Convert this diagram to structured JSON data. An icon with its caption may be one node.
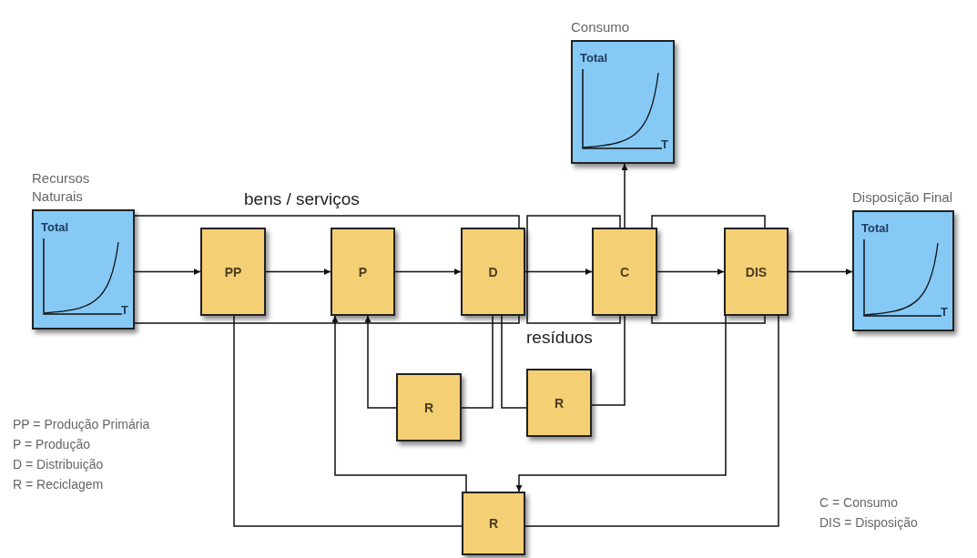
{
  "diagram": {
    "nodes": [
      {
        "text": [
          "Recursos Naturais",
          "Total",
          "T"
        ]
      },
      {
        "text": [
          "PP"
        ]
      },
      {
        "text": [
          "P"
        ]
      },
      {
        "text": [
          "D"
        ]
      },
      {
        "text": [
          "C"
        ]
      },
      {
        "text": [
          "DIS"
        ]
      },
      {
        "text": [
          "Consumo",
          "Total",
          "T"
        ]
      },
      {
        "text": [
          "Disposição Final",
          "Total",
          "T"
        ]
      },
      {
        "text": [
          "R"
        ]
      },
      {
        "text": [
          "R"
        ]
      },
      {
        "text": [
          "R"
        ]
      }
    ],
    "edges": [
      {
        "from": 0,
        "to": 1,
        "arrow": "to"
      },
      {
        "from": 1,
        "to": 2,
        "arrow": "to"
      },
      {
        "from": 2,
        "to": 3,
        "arrow": "to"
      },
      {
        "from": 3,
        "to": 4,
        "arrow": "to"
      },
      {
        "from": 4,
        "to": 5,
        "arrow": "to"
      },
      {
        "from": 5,
        "to": 7,
        "arrow": "to"
      },
      {
        "from": 4,
        "to": 6,
        "arrow": "to"
      },
      {
        "from": 1,
        "to": 10,
        "arrow": "none"
      },
      {
        "from": 10,
        "to": 5,
        "arrow": "none"
      },
      {
        "from": 5,
        "to": 10,
        "arrow": "to"
      },
      {
        "from": 10,
        "to": 2,
        "arrow": "to"
      },
      {
        "from": 8,
        "to": 2,
        "arrow": "to"
      },
      {
        "from": 3,
        "to": 8,
        "arrow": "none"
      },
      {
        "from": 3,
        "to": 9,
        "arrow": "none"
      },
      {
        "from": 4,
        "to": 9,
        "arrow": "none"
      }
    ],
    "labels": [
      "bens / serviços",
      "resíduos",
      "PP = Produção Primária",
      "P = Produção",
      "D = Distribuição",
      "R = Reciclagem",
      "C = Consumo",
      "DIS = Disposição"
    ]
  }
}
